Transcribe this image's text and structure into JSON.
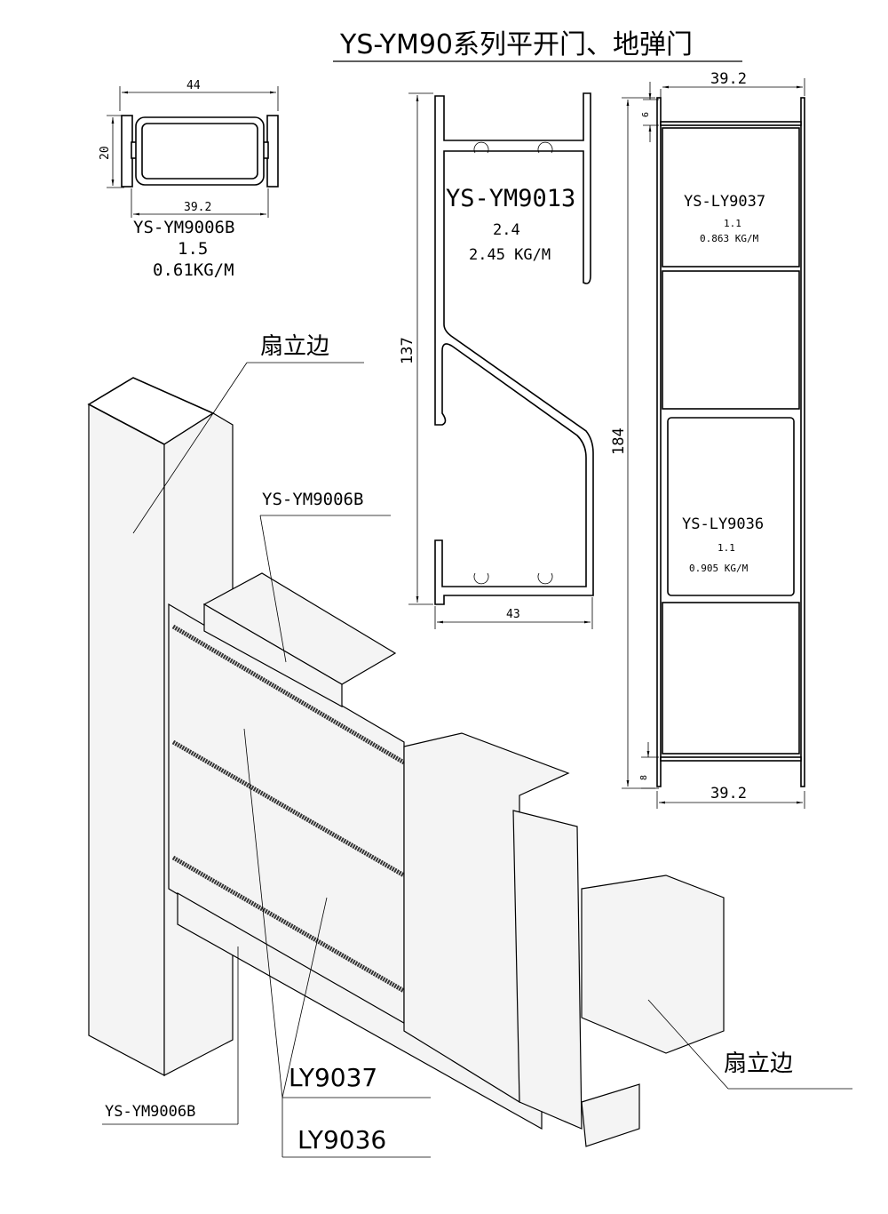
{
  "title": "YS-YM90系列平开门、地弹门",
  "profiles": {
    "ym9006b": {
      "code": "YS-YM9006B",
      "thickness": "1.5",
      "weight": "0.61KG/M",
      "dim_width": "44",
      "dim_height": "20",
      "dim_inner": "39.2"
    },
    "ym9013": {
      "code": "YS-YM9013",
      "thickness": "2.4",
      "weight": "2.45 KG/M",
      "dim_height": "137",
      "dim_width": "43"
    },
    "ly9037": {
      "code": "YS-LY9037",
      "thickness": "1.1",
      "weight": "0.863 KG/M",
      "dim_top_width": "39.2",
      "dim_top_offset": "6"
    },
    "ly9036": {
      "code": "YS-LY9036",
      "thickness": "1.1",
      "weight": "0.905 KG/M",
      "dim_bottom_width": "39.2",
      "dim_bottom_offset": "8"
    },
    "assembly_height": "184"
  },
  "callouts": {
    "sash_stile_top": "扇立边",
    "ym9006b_upper": "YS-YM9006B",
    "ly9037": "LY9037",
    "ly9036": "LY9036",
    "sash_stile_bottom": "扇立边",
    "ym9006b_lower": "YS-YM9006B"
  }
}
